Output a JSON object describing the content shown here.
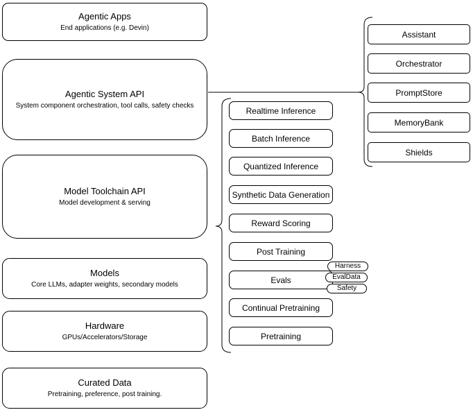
{
  "left_column": [
    {
      "title": "Agentic Apps",
      "subtitle": "End applications (e.g. Devin)"
    },
    {
      "title": "Agentic System API",
      "subtitle": "System component orchestration, tool calls, safety checks"
    },
    {
      "title": "Model Toolchain API",
      "subtitle": "Model development & serving"
    },
    {
      "title": "Models",
      "subtitle": "Core LLMs, adapter weights, secondary models"
    },
    {
      "title": "Hardware",
      "subtitle": "GPUs/Accelerators/Storage"
    },
    {
      "title": "Curated Data",
      "subtitle": "Pretraining, preference, post training."
    }
  ],
  "toolchain": {
    "items": [
      "Realtime Inference",
      "Batch Inference",
      "Quantized Inference",
      "Synthetic Data Generation",
      "Reward Scoring",
      "Post Training",
      "Evals",
      "Continual Pretraining",
      "Pretraining"
    ],
    "evals_tags": [
      "Harness",
      "EvalData",
      "Safety"
    ]
  },
  "system_components": {
    "items": [
      "Assistant",
      "Orchestrator",
      "PromptStore",
      "MemoryBank",
      "Shields"
    ]
  },
  "colors": {
    "stroke": "#000000",
    "fill": "#ffffff",
    "text": "#000000"
  }
}
